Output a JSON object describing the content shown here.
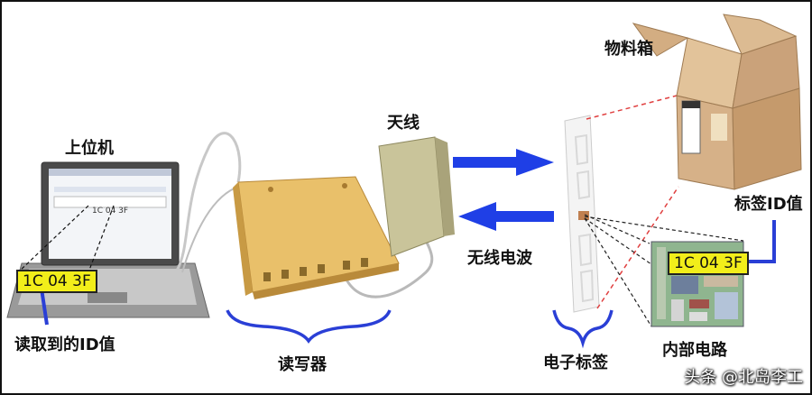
{
  "labels": {
    "host": "上位机",
    "antenna": "天线",
    "box": "物料箱",
    "tag_id_value": "标签ID值",
    "radio_wave": "无线电波",
    "read_id": "读取到的ID值",
    "reader": "读写器",
    "tag": "电子标签",
    "circuit": "内部电路"
  },
  "ids": {
    "laptop_id": "1C 04 3F",
    "circuit_id": "1C 04 3F",
    "screen_id": "1C 04 3F"
  },
  "watermark": "头条 @北岛李工",
  "colors": {
    "arrow_blue": "#1f3fe6",
    "bracket_blue": "#2a3fd6",
    "id_yellow": "#f2ee1a",
    "reader_gold": "#e9c06a",
    "antenna_olive": "#c9c49a",
    "box_brown": "#c9a27a",
    "tag_line_red": "#e04040"
  }
}
